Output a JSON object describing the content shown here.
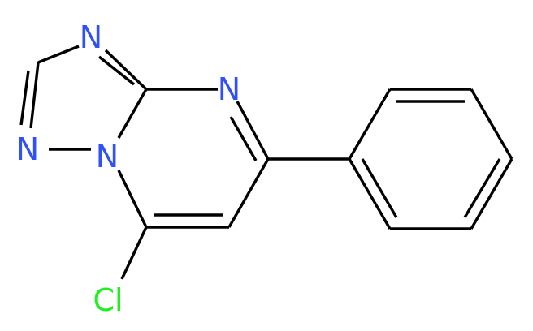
{
  "molecule": {
    "atoms": [
      {
        "id": "N1",
        "symbol": "N",
        "color": "#3050F8"
      },
      {
        "id": "N2",
        "symbol": "N",
        "color": "#3050F8"
      },
      {
        "id": "N3",
        "symbol": "N",
        "color": "#3050F8"
      },
      {
        "id": "N4",
        "symbol": "N",
        "color": "#3050F8"
      },
      {
        "id": "Cl",
        "symbol": "Cl",
        "color": "#1FF01F"
      }
    ],
    "bond_color": "#000000"
  }
}
